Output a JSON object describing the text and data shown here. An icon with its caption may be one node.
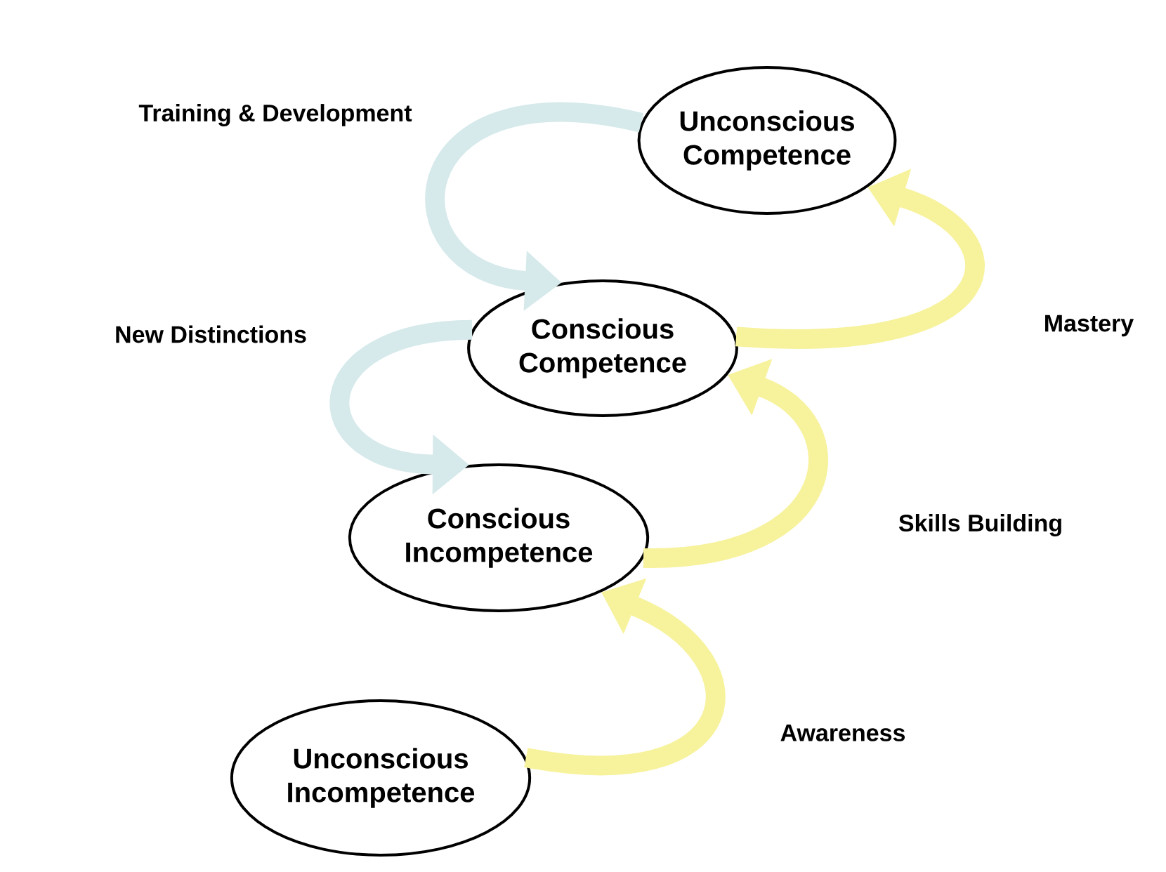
{
  "diagram": {
    "nodes": [
      {
        "text": [
          "Unconscious Competence"
        ]
      },
      {
        "text": [
          "Conscious Competence"
        ]
      },
      {
        "text": [
          "Conscious Incompetence"
        ]
      },
      {
        "text": [
          "Unconscious Incompetence"
        ]
      }
    ],
    "edges": [
      {
        "from": 0,
        "to": 1,
        "arrow": "to",
        "label": "Training & Development",
        "color": "#d6e9eb"
      },
      {
        "from": 1,
        "to": 2,
        "arrow": "to",
        "label": "New Distinctions",
        "color": "#d6e9eb"
      },
      {
        "from": 3,
        "to": 2,
        "arrow": "to",
        "label": "Awareness"
      },
      {
        "from": 2,
        "to": 1,
        "arrow": "to",
        "label": "Skills Building"
      },
      {
        "from": 1,
        "to": 0,
        "arrow": "to",
        "label": "Mastery"
      }
    ]
  }
}
